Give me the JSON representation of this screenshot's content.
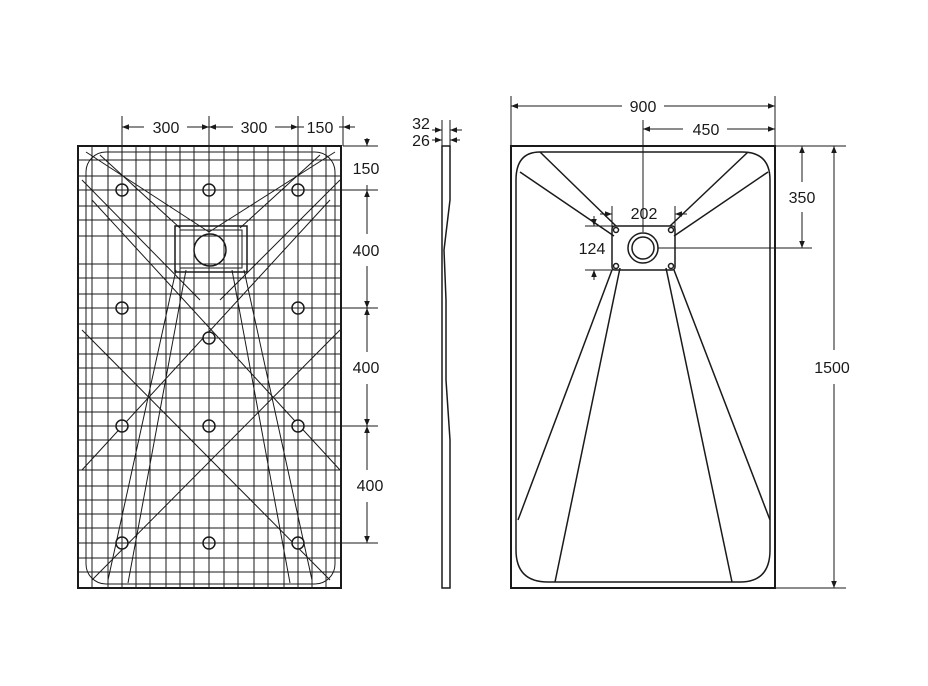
{
  "bottom_view": {
    "dims_top": [
      "300",
      "300",
      "150"
    ],
    "dims_right": [
      "150",
      "400",
      "400",
      "400"
    ]
  },
  "side_view": {
    "dims": [
      "32",
      "26"
    ]
  },
  "top_view": {
    "width": "900",
    "half_width": "450",
    "height": "1500",
    "drain_offset": "350",
    "drain_width": "202",
    "drain_height": "124"
  },
  "colors": {
    "line": "#1a1a1a",
    "background": "#ffffff"
  }
}
